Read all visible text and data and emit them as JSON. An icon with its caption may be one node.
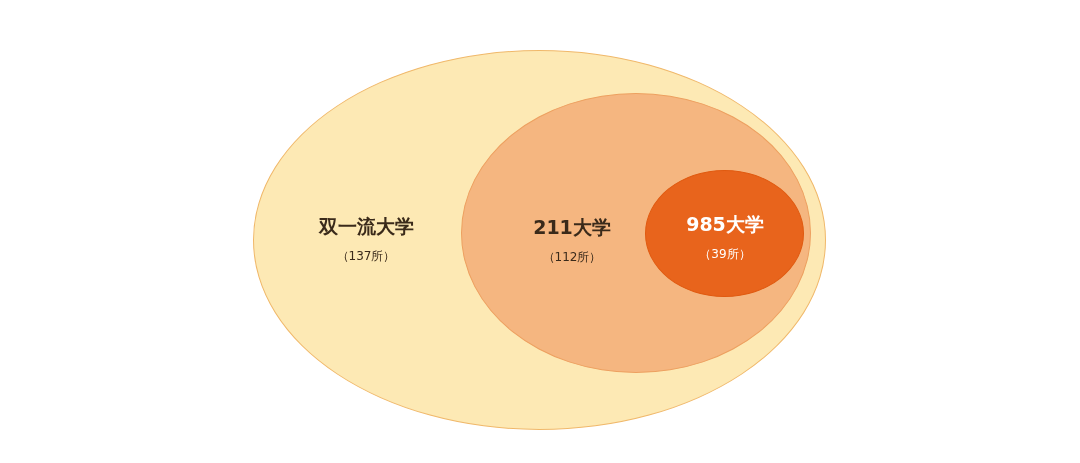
{
  "diagram": {
    "nodes": [
      {
        "text": [
          "双一流大学",
          "（137所）"
        ]
      },
      {
        "text": [
          "211大学",
          "（112所）"
        ],
        "in": 0
      },
      {
        "text": [
          "985大学",
          "（39所）"
        ],
        "in": 1
      }
    ]
  }
}
